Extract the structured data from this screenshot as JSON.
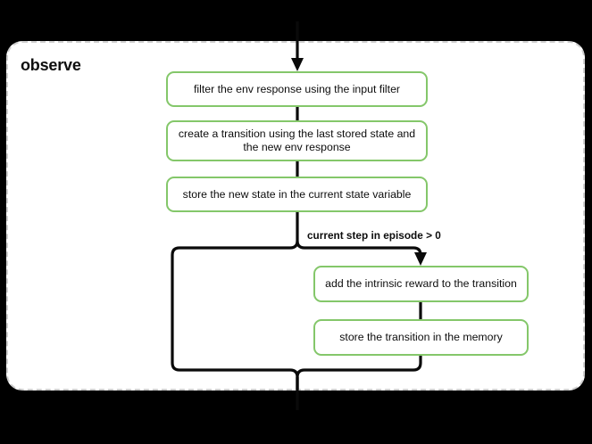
{
  "diagram": {
    "type": "flowchart",
    "title": "observe",
    "orientation": "top-to-bottom",
    "background_color": "#000000",
    "card_background": "#ffffff",
    "node_border_color": "#84c76a",
    "edge_color": "#0a0a0a",
    "card_border_style": "dashed",
    "card_border_color": "#cfcfcf"
  },
  "nodes": [
    {
      "id": "filter",
      "label": "filter the env response using the input filter"
    },
    {
      "id": "create",
      "label": "create a transition using the last stored state and the new env response"
    },
    {
      "id": "store_state",
      "label": "store the new state in the current state variable"
    },
    {
      "id": "intrinsic",
      "label": "add the intrinsic reward to the transition"
    },
    {
      "id": "store_trans",
      "label": "store the transition in the memory"
    }
  ],
  "edges": [
    {
      "from": "external-top",
      "to": "filter",
      "label": ""
    },
    {
      "from": "filter",
      "to": "create",
      "label": ""
    },
    {
      "from": "create",
      "to": "store_state",
      "label": ""
    },
    {
      "from": "store_state",
      "to": "intrinsic",
      "label": "current step in episode > 0"
    },
    {
      "from": "store_state",
      "to": "merge",
      "label": ""
    },
    {
      "from": "intrinsic",
      "to": "store_trans",
      "label": ""
    },
    {
      "from": "store_trans",
      "to": "merge",
      "label": ""
    },
    {
      "from": "merge",
      "to": "external-bottom",
      "label": ""
    }
  ],
  "edge_labels": {
    "condition": "current step in episode > 0"
  }
}
